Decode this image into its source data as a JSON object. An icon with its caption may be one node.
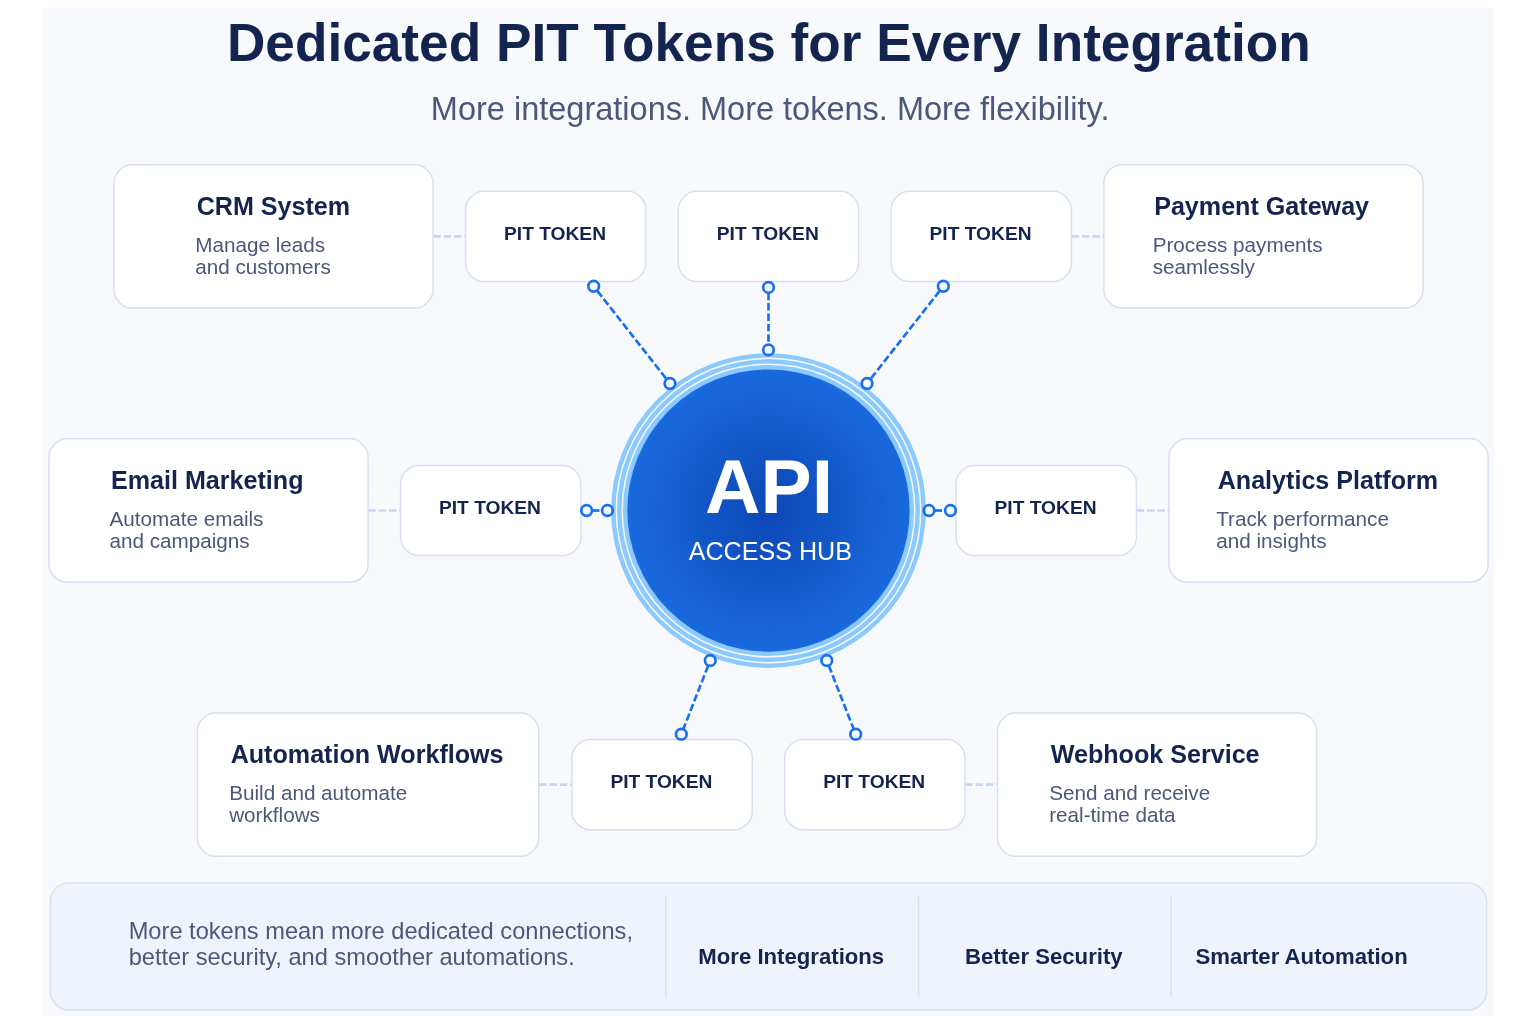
{
  "diagram": {
    "title": "Dedicated PIT Tokens for Every Integration",
    "nodes": [
      {
        "text": [
          "PIT TOKEN"
        ]
      },
      {
        "text": [
          "CRM System",
          "Manage leads and customers"
        ]
      },
      {
        "text": [
          "PIT TOKEN"
        ]
      },
      {
        "text": [
          "PIT TOKEN"
        ]
      },
      {
        "text": [
          "Payment Gateway",
          "Process payments seamlessly"
        ]
      },
      {
        "text": [
          "Email Marketing",
          "Automate emails and campaigns"
        ]
      },
      {
        "text": [
          "PIT TOKEN"
        ]
      },
      {
        "text": [
          "API",
          "ACCESS HUB"
        ]
      },
      {
        "text": [
          "PIT TOKEN"
        ]
      },
      {
        "text": [
          "Analytics Platform",
          "Track performance and insights"
        ]
      },
      {
        "text": [
          "Automation Workflows",
          "Build and automate workflows"
        ]
      },
      {
        "text": [
          "PIT TOKEN"
        ]
      },
      {
        "text": [
          "PIT TOKEN"
        ]
      },
      {
        "text": [
          "Webhook Service",
          "Send and receive real-time data"
        ]
      },
      {
        "text": [
          "More tokens mean more dedicated connections, better security, and smoother automations.",
          "More Integrations",
          "Better Security",
          "Smarter Automation"
        ]
      }
    ],
    "edges": [
      {
        "from": 1,
        "to": 2,
        "arrow": "none",
        "style": "dashed",
        "color": "#c9d6ee"
      },
      {
        "from": 2,
        "to": 7,
        "arrow": "other",
        "style": "dashed"
      },
      {
        "from": 0,
        "to": 7,
        "arrow": "other",
        "style": "dashed"
      },
      {
        "from": 3,
        "to": 7,
        "arrow": "other",
        "style": "dashed"
      },
      {
        "from": 3,
        "to": 4,
        "arrow": "none",
        "style": "dashed",
        "color": "#c9d6ee"
      },
      {
        "from": 5,
        "to": 6,
        "arrow": "none",
        "style": "dashed",
        "color": "#c9d6ee"
      },
      {
        "from": 6,
        "to": 7,
        "arrow": "other",
        "style": "dashed"
      },
      {
        "from": 7,
        "to": 8,
        "arrow": "other",
        "style": "dashed"
      },
      {
        "from": 8,
        "to": 9,
        "arrow": "none",
        "style": "dashed",
        "color": "#c9d6ee"
      },
      {
        "from": 10,
        "to": 11,
        "arrow": "none",
        "style": "dashed",
        "color": "#c9d6ee"
      },
      {
        "from": 7,
        "to": 11,
        "arrow": "other",
        "style": "dashed"
      },
      {
        "from": 7,
        "to": 12,
        "arrow": "other",
        "style": "dashed"
      },
      {
        "from": 12,
        "to": 13,
        "arrow": "none",
        "style": "dashed",
        "color": "#c9d6ee"
      }
    ],
    "labels": [
      "More integrations. More tokens. More flexibility."
    ]
  }
}
